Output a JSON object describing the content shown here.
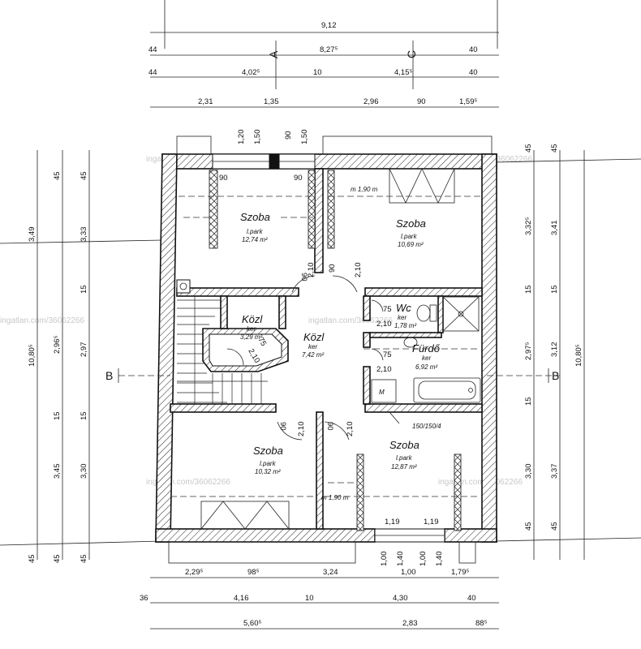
{
  "rooms": {
    "szoba_nw": {
      "name": "Szoba",
      "floor": "l.park",
      "area": "12,74 m²"
    },
    "szoba_ne": {
      "name": "Szoba",
      "floor": "l.park",
      "area": "10,69 m²"
    },
    "kozl_small": {
      "name": "Közl",
      "floor": "ker",
      "area": "3,29 m²"
    },
    "kozl_main": {
      "name": "Közl",
      "floor": "ker",
      "area": "7,42 m²"
    },
    "wc": {
      "name": "Wc",
      "floor": "ker",
      "area": "1,78 m²"
    },
    "furdo": {
      "name": "Fürdő",
      "floor": "ker",
      "area": "6,92 m²"
    },
    "szoba_sw": {
      "name": "Szoba",
      "floor": "l.park",
      "area": "10,32 m²"
    },
    "szoba_se": {
      "name": "Szoba",
      "floor": "l.park",
      "area": "12,87 m²"
    }
  },
  "axes": {
    "a": "A",
    "c": "C",
    "b_left": "B",
    "b_right": "B"
  },
  "annotations": {
    "m190_top": "m 1,90 m",
    "m190_bottom": "m 1,90 m",
    "m_box": "M",
    "vent": "150/150/4"
  },
  "watermark": "ingatlan.com/36062266",
  "dims": {
    "top_total": "9,12",
    "top_row2": [
      "44",
      "8,27⁵",
      "40"
    ],
    "top_row3": [
      "44",
      "4,02⁵",
      "10",
      "4,15⁵",
      "40"
    ],
    "top_row4": [
      "2,31",
      "1,35",
      "2,96",
      "90",
      "1,59⁵"
    ],
    "top_window": [
      "1,20",
      "1,50",
      "90",
      "1,50"
    ],
    "nw_door": [
      "90",
      "90"
    ],
    "doors_mid": [
      "90",
      "2,10",
      "90",
      "2,10"
    ],
    "wc_dims": [
      "75",
      "2,10"
    ],
    "furdo_dims": [
      "75",
      "2,10"
    ],
    "kozl_small_dim": [
      "75",
      "2,10"
    ],
    "doors_low": [
      "90",
      "2,10",
      "90",
      "2,10"
    ],
    "bottom_window": [
      "1,19",
      "1,19"
    ],
    "bottom_door_v": [
      "1,00",
      "1,40",
      "1,00",
      "1,40"
    ],
    "bottom_row1": [
      "2,29⁵",
      "98⁵",
      "3,24",
      "1,00",
      "1,79⁵"
    ],
    "bottom_row2": [
      "36",
      "4,16",
      "10",
      "4,30",
      "40"
    ],
    "bottom_row3": [
      "5,60⁵",
      "2,83",
      "88⁵"
    ],
    "left_outer": [
      "3,49",
      "10,80⁵",
      "45"
    ],
    "left_mid": [
      "45",
      "2,96⁵",
      "15",
      "3,45",
      "45"
    ],
    "left_inner": [
      "45",
      "3,33",
      "15",
      "2,97",
      "15",
      "3,30",
      "45"
    ],
    "right_inner": [
      "45",
      "3,32⁵",
      "15",
      "2,97⁵",
      "15",
      "3,30",
      "45"
    ],
    "right_mid": [
      "45",
      "3,41",
      "15",
      "3,12",
      "3,37",
      "45"
    ],
    "right_outer": [
      "10,80⁵"
    ]
  }
}
